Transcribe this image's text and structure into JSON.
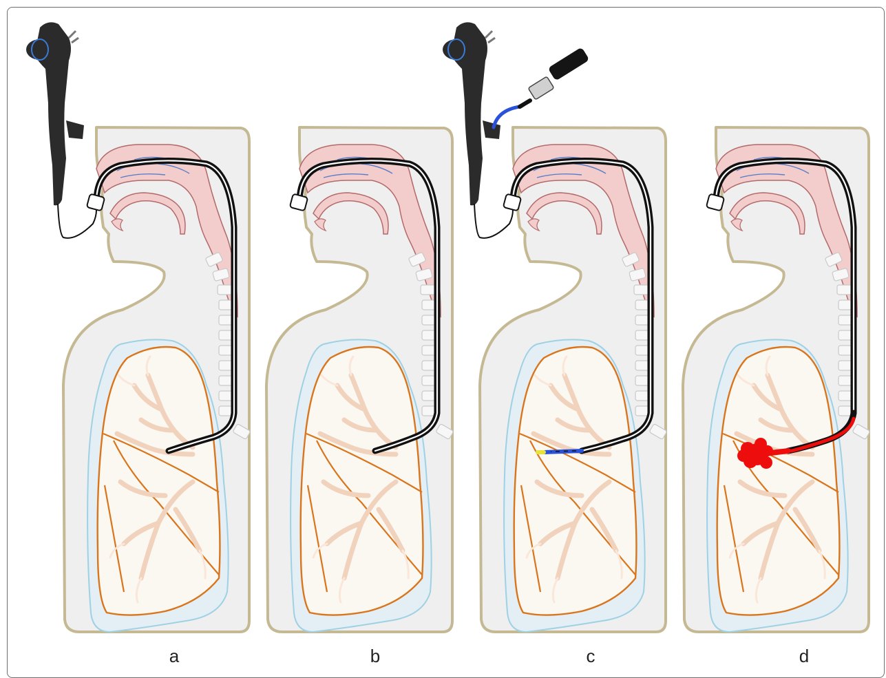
{
  "figure": {
    "panels": [
      {
        "id": "a",
        "label": "a",
        "scope": "bronchoscope-handle",
        "catheter_tip": "plain"
      },
      {
        "id": "b",
        "label": "b",
        "scope": "none",
        "catheter_tip": "plain"
      },
      {
        "id": "c",
        "label": "c",
        "scope": "bronchoscope-handle-with-probe",
        "catheter_tip": "blue-yellow-probe"
      },
      {
        "id": "d",
        "label": "d",
        "scope": "none",
        "catheter_tip": "red-lesion"
      }
    ],
    "colors": {
      "body_fill": "#efefef",
      "body_stroke": "#c5b994",
      "lung_outline": "#d9751c",
      "pleura": "#9fd1e4",
      "airway_tree": "#f6dccb",
      "nasal": "#e8b6b6",
      "nasal_stroke": "#b36a6a",
      "catheter": "#111111",
      "probe_blue": "#2a52d8",
      "probe_yellow": "#e8e23a",
      "lesion_red": "#ee0d0d",
      "scope_body": "#2b2b2b"
    }
  }
}
